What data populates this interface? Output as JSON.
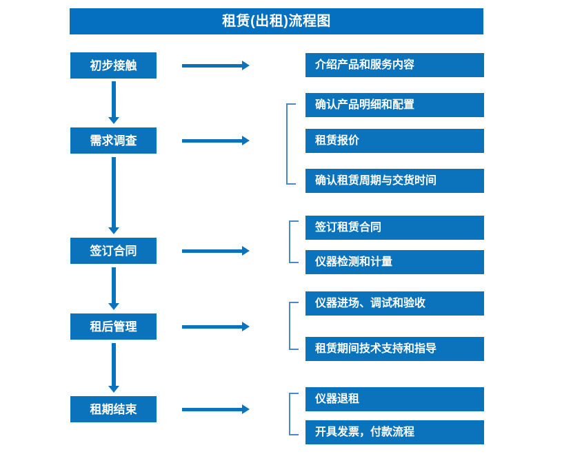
{
  "diagram": {
    "title": "租赁(出租)流程图",
    "colors": {
      "title_bar": "#0570C0",
      "box_fill": "#0B72BC",
      "box_text": "#FFFFFF",
      "arrow": "#0B72BC",
      "bracket": "#4A87C8",
      "background": "#FFFFFF"
    },
    "stages": [
      {
        "id": "stage-1",
        "label": "初步接触"
      },
      {
        "id": "stage-2",
        "label": "需求调查"
      },
      {
        "id": "stage-3",
        "label": "签订合同"
      },
      {
        "id": "stage-4",
        "label": "租后管理"
      },
      {
        "id": "stage-5",
        "label": "租期结束"
      }
    ],
    "details": [
      {
        "id": "detail-1",
        "label": "介绍产品和服务内容"
      },
      {
        "id": "detail-2",
        "label": "确认产品明细和配置"
      },
      {
        "id": "detail-3",
        "label": "租赁报价"
      },
      {
        "id": "detail-4",
        "label": "确认租赁周期与交货时间"
      },
      {
        "id": "detail-5",
        "label": "签订租赁合同"
      },
      {
        "id": "detail-6",
        "label": "仪器检测和计量"
      },
      {
        "id": "detail-7",
        "label": "仪器进场、调试和验收"
      },
      {
        "id": "detail-8",
        "label": "租赁期间技术支持和指导"
      },
      {
        "id": "detail-9",
        "label": "仪器退租"
      },
      {
        "id": "detail-10",
        "label": "开具发票，付款流程"
      }
    ],
    "groups": [
      {
        "id": "group-1",
        "stage": "需求调查",
        "details": [
          "确认产品明细和配置",
          "租赁报价",
          "确认租赁周期与交货时间"
        ]
      },
      {
        "id": "group-2",
        "stage": "签订合同",
        "details": [
          "签订租赁合同",
          "仪器检测和计量"
        ]
      },
      {
        "id": "group-3",
        "stage": "租后管理",
        "details": [
          "仪器进场、调试和验收",
          "租赁期间技术支持和指导"
        ]
      },
      {
        "id": "group-4",
        "stage": "租期结束",
        "details": [
          "仪器退租",
          "开具发票，付款流程"
        ]
      }
    ],
    "flow_connections": [
      {
        "from": "初步接触",
        "to": "需求调查"
      },
      {
        "from": "需求调查",
        "to": "签订合同"
      },
      {
        "from": "签订合同",
        "to": "租后管理"
      },
      {
        "from": "租后管理",
        "to": "租期结束"
      }
    ]
  }
}
